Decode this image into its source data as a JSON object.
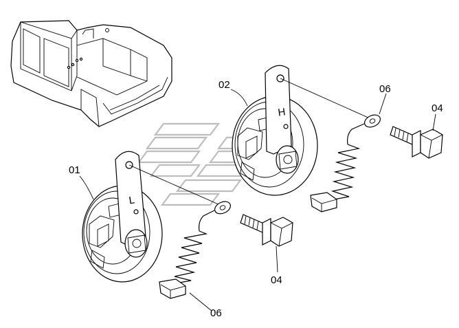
{
  "diagram": {
    "parts": [
      {
        "key": "horn_low",
        "callout": "01",
        "mark": "L"
      },
      {
        "key": "horn_high",
        "callout": "02",
        "mark": "H"
      },
      {
        "key": "bolt",
        "callout": "04"
      },
      {
        "key": "harness",
        "callout": "06"
      }
    ],
    "callouts": {
      "horn_low": "01",
      "horn_high": "02",
      "bolt_right": "04",
      "bolt_bottom": "04",
      "harness_top": "06",
      "harness_bottom": "06"
    },
    "bracket_marks": {
      "low": "L",
      "high": "H"
    }
  }
}
